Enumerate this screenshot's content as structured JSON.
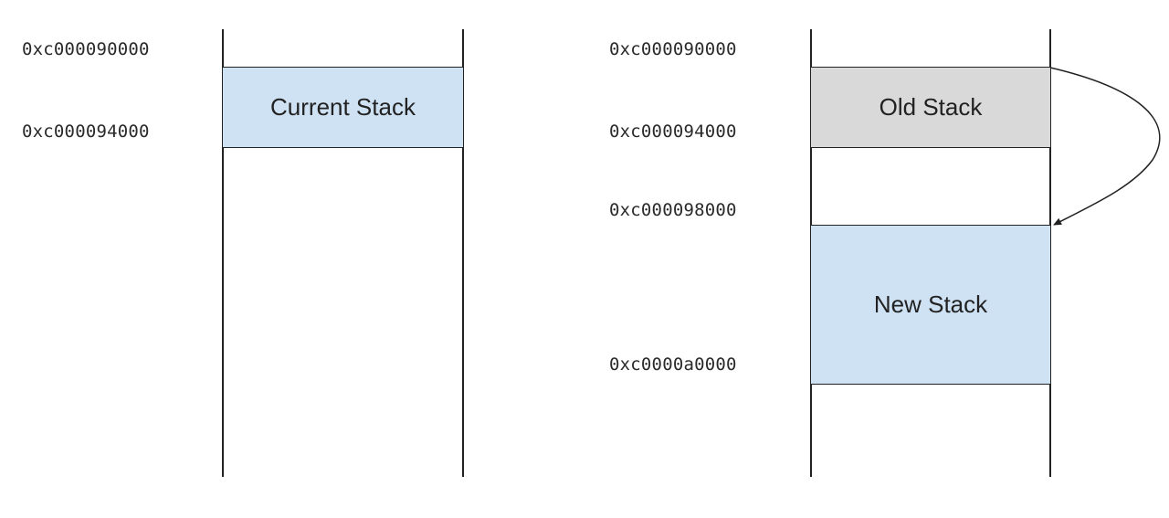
{
  "left_diagram": {
    "addresses": [
      "0xc000090000",
      "0xc000094000"
    ],
    "current_stack": {
      "label": "Current Stack",
      "color": "#cfe2f3"
    }
  },
  "right_diagram": {
    "addresses": [
      "0xc000090000",
      "0xc000094000",
      "0xc000098000",
      "0xc0000a0000"
    ],
    "old_stack": {
      "label": "Old Stack",
      "color": "#d9d9d9"
    },
    "new_stack": {
      "label": "New Stack",
      "color": "#cfe2f3"
    }
  }
}
